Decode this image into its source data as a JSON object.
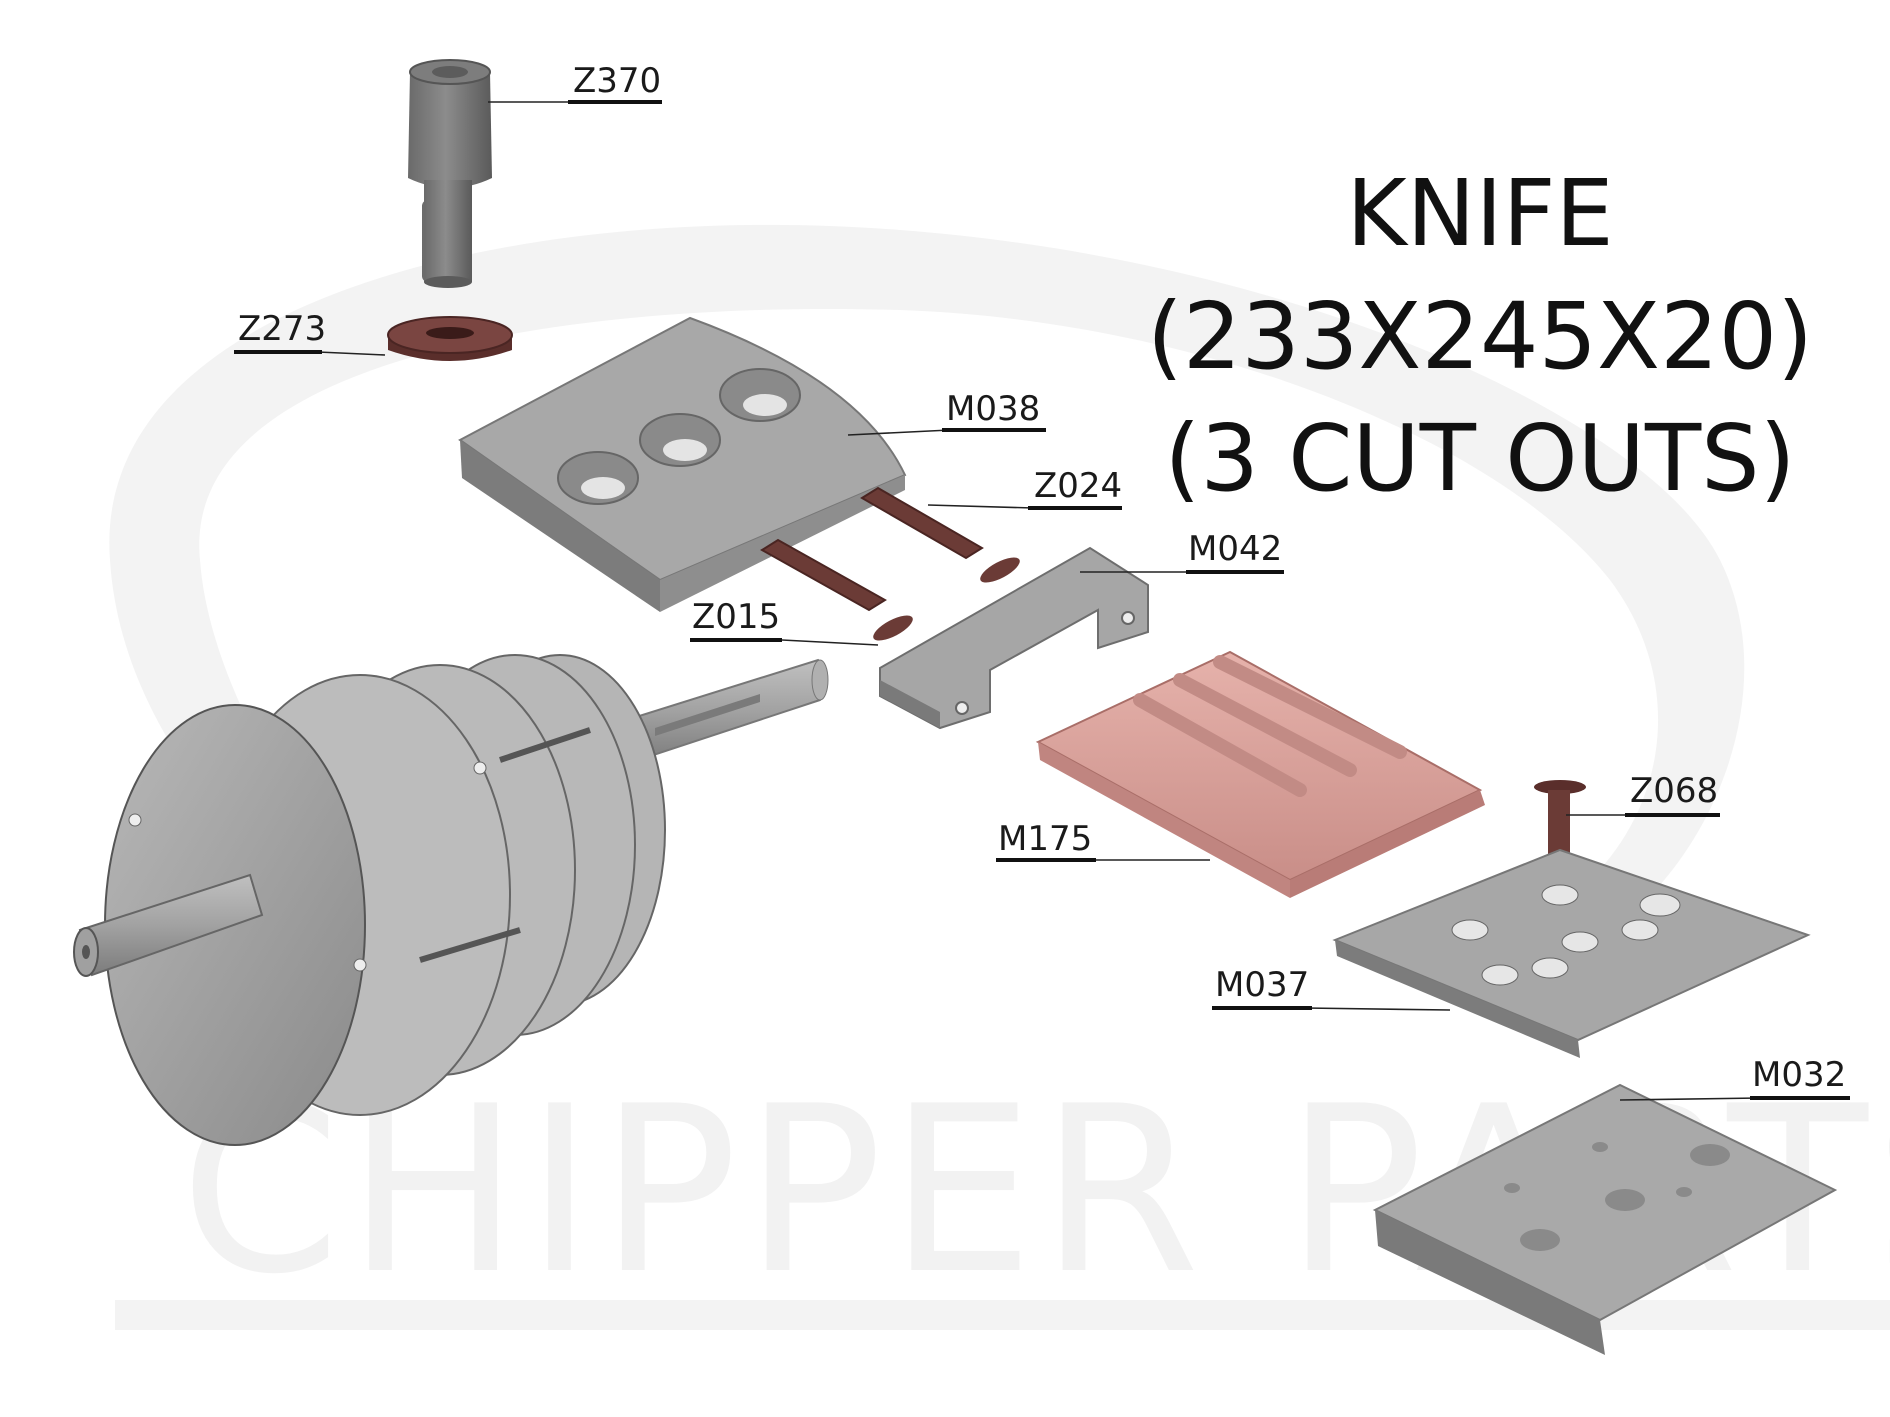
{
  "title": {
    "line1": "KNIFE",
    "line2": "(233X245X20)",
    "line3": "(3 CUT OUTS)"
  },
  "watermark": {
    "text": "CHIPPER PARTS"
  },
  "parts": [
    {
      "id": "Z370"
    },
    {
      "id": "Z273"
    },
    {
      "id": "M038"
    },
    {
      "id": "Z024"
    },
    {
      "id": "M042"
    },
    {
      "id": "Z015"
    },
    {
      "id": "M175"
    },
    {
      "id": "Z068"
    },
    {
      "id": "M037"
    },
    {
      "id": "M032"
    }
  ],
  "colors": {
    "steel": "#9a9a9a",
    "steel_dark": "#6e6e6e",
    "steel_light": "#c4c4c4",
    "knife_pink": "#d8a09a",
    "bolt_brown": "#6b3b36",
    "watermark": "#f1f1f1"
  }
}
